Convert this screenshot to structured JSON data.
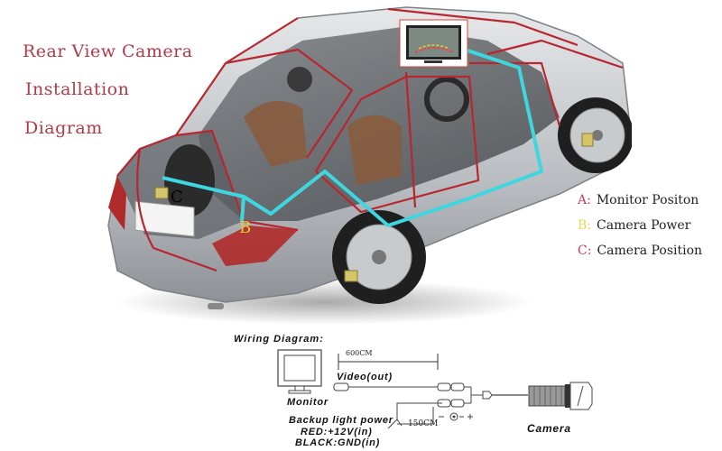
{
  "title": {
    "line1": "Rear View Camera",
    "line2": "Installation",
    "line3": "Diagram",
    "color": "#b03a4a"
  },
  "legend": {
    "items": [
      {
        "key": "A:",
        "label": "Monitor Positon",
        "key_color": "#c0405a"
      },
      {
        "key": "B:",
        "label": "Camera Power",
        "key_color": "#e3d85a"
      },
      {
        "key": "C:",
        "label": "Camera Position",
        "key_color": "#c0405a"
      }
    ]
  },
  "car": {
    "markers": {
      "b": {
        "label": "B",
        "color": "#e8c830"
      },
      "c": {
        "label": "C",
        "color": "#c0303a"
      }
    },
    "cable_color": "#3ed6df",
    "outline_color": "#b8262f"
  },
  "wiring": {
    "title": "Wiring Diagram:",
    "monitor_label": "Monitor",
    "video_label": "Video(out)",
    "length_long": "600CM",
    "length_short": "150CM",
    "backup_label": "Backup light power",
    "red_label": "RED:+12V(in)",
    "black_label": "BLACK:GND(in)",
    "polarity": "- -(o- +",
    "camera_label": "Camera"
  }
}
